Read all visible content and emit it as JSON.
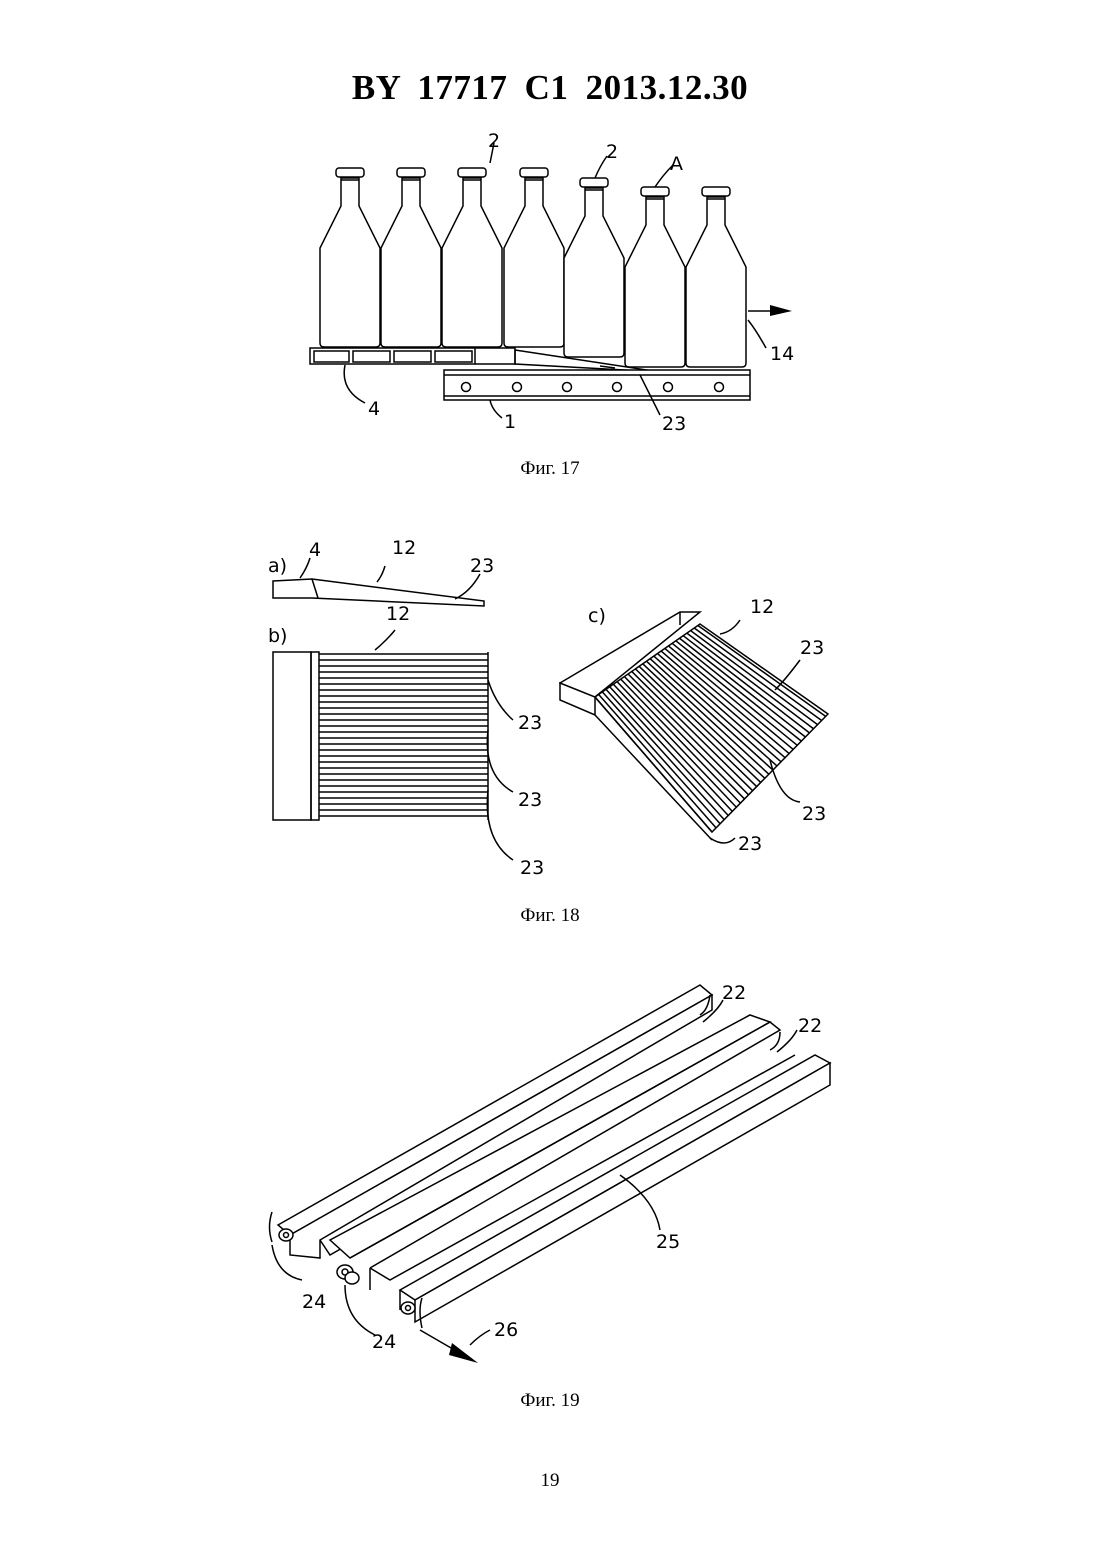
{
  "header": {
    "title": "BY  17717  C1  2013.12.30"
  },
  "figures": [
    {
      "caption": "Фиг. 17",
      "labels": [
        "2",
        "2",
        "A",
        "14",
        "4",
        "1",
        "23"
      ]
    },
    {
      "caption": "Фиг. 18",
      "labels": [
        "a)",
        "4",
        "12",
        "23",
        "b)",
        "12",
        "23",
        "23",
        "23",
        "c)",
        "12",
        "23",
        "23",
        "23"
      ]
    },
    {
      "caption": "Фиг. 19",
      "labels": [
        "22",
        "22",
        "25",
        "24",
        "24",
        "26"
      ]
    }
  ],
  "page_number": "19"
}
